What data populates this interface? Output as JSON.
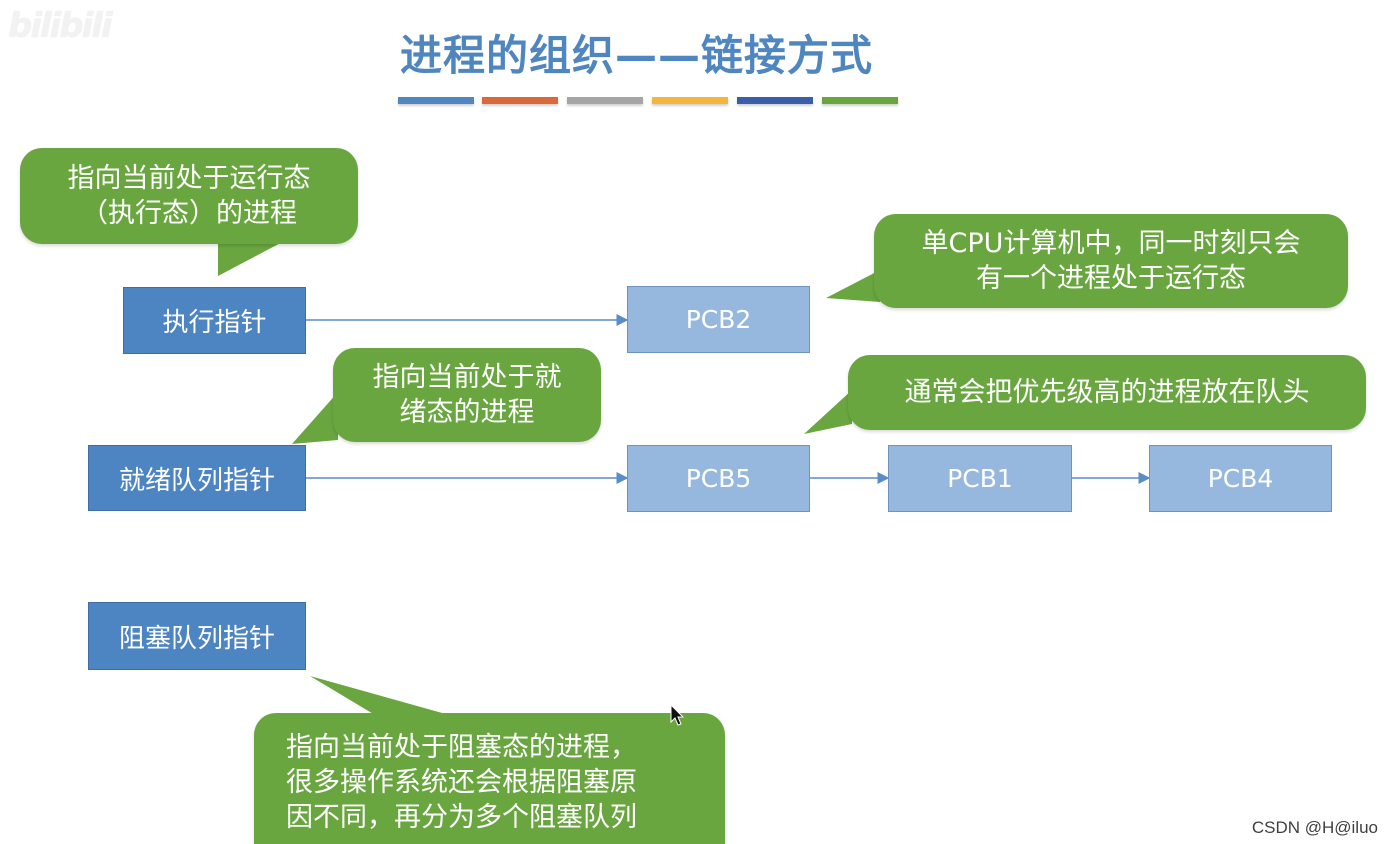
{
  "logo": "bilibili",
  "title": "进程的组织——链接方式",
  "colors": {
    "title": "#4f86c0",
    "pointer_box": "#4d85c3",
    "pcb_box": "#96b8de",
    "callout": "#6aa640",
    "arrow": "#5b8cc8",
    "bars": [
      "#4f86c0",
      "#d9693a",
      "#a5a5a5",
      "#f3b63a",
      "#3b5ea8",
      "#6aa640"
    ]
  },
  "pointers": {
    "running": "执行指针",
    "ready": "就绪队列指针",
    "blocked": "阻塞队列指针"
  },
  "pcbs": {
    "running": "PCB2",
    "ready": [
      "PCB5",
      "PCB1",
      "PCB4"
    ]
  },
  "callouts": {
    "running_pointer": "指向当前处于运行态\n（执行态）的进程",
    "single_cpu": "单CPU计算机中，同一时刻只会\n有一个进程处于运行态",
    "ready_pointer": "指向当前处于就\n绪态的进程",
    "priority": "通常会把优先级高的进程放在队头",
    "blocked_pointer": "指向当前处于阻塞态的进程，\n很多操作系统还会根据阻塞原\n因不同，再分为多个阻塞队列"
  },
  "watermark": "CSDN @H@iluo"
}
